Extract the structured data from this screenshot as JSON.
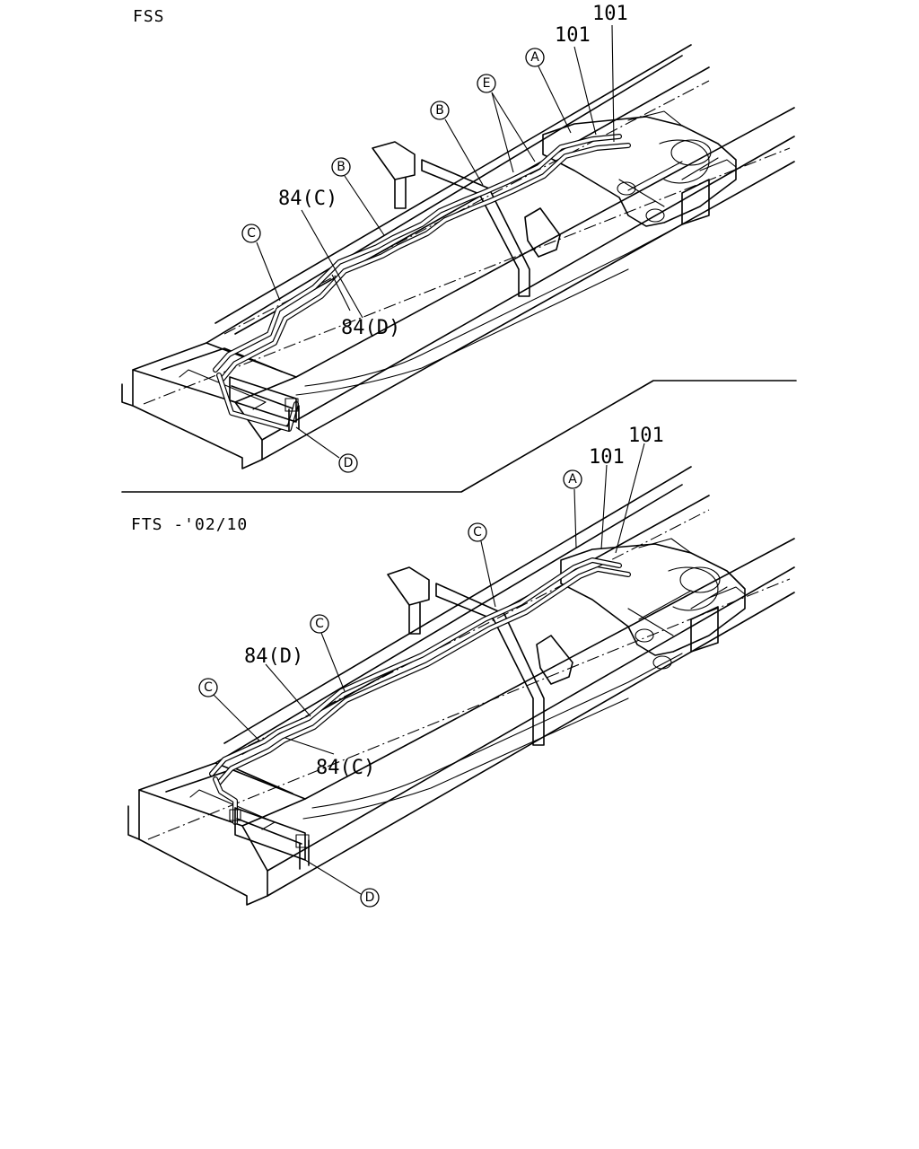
{
  "views": [
    {
      "title": "FSS",
      "callouts": {
        "a": "A",
        "b1": "B",
        "b2": "B",
        "c": "C",
        "d": "D",
        "e": "E"
      },
      "part_labels": {
        "p101_upper": "101",
        "p101_lower": "101",
        "p84c": "84(C)",
        "p84d": "84(D)"
      }
    },
    {
      "title": "FTS -'02/10",
      "callouts": {
        "a": "A",
        "c1": "C",
        "c2": "C",
        "c3": "C",
        "d": "D"
      },
      "part_labels": {
        "p101_upper": "101",
        "p101_lower": "101",
        "p84d": "84(D)",
        "p84c": "84(C)"
      }
    }
  ]
}
